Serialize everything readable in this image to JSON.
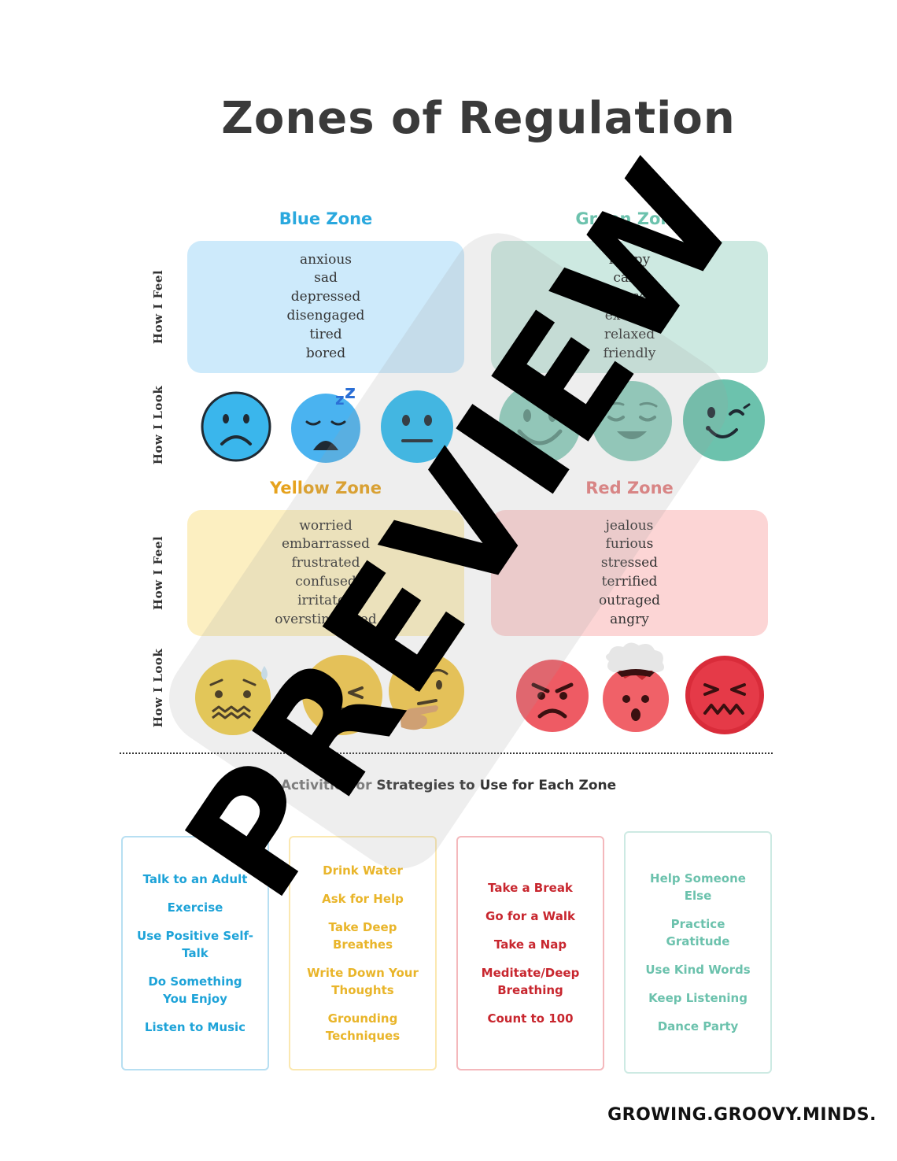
{
  "title": "Zones of Regulation",
  "row_labels": {
    "feel": "How I Feel",
    "look": "How I Look"
  },
  "zones": {
    "blue": {
      "name": "Blue Zone",
      "color": "#29a8de",
      "box_color": "#cdeafb",
      "feelings": [
        "anxious",
        "sad",
        "depressed",
        "disengaged",
        "tired",
        "bored"
      ]
    },
    "green": {
      "name": "Green Zone",
      "color": "#6cc2ad",
      "box_color": "#cde9e1",
      "feelings": [
        "happy",
        "calm",
        "focused",
        "excited",
        "relaxed",
        "friendly"
      ]
    },
    "yellow": {
      "name": "Yellow Zone",
      "color": "#e6a21d",
      "box_color": "#fcefc1",
      "feelings": [
        "worried",
        "embarrassed",
        "frustrated",
        "confused",
        "irritated",
        "overstimulated"
      ]
    },
    "red": {
      "name": "Red Zone",
      "color": "#e47f7f",
      "box_color": "#fcd5d5",
      "feelings": [
        "jealous",
        "furious",
        "stressed",
        "terrified",
        "outraged",
        "angry"
      ]
    }
  },
  "strategies_heading": {
    "part1": "Activities or ",
    "part2": "Strategies to Use for Each Zone"
  },
  "strategies": {
    "blue": [
      "Talk to an Adult",
      "Exercise",
      "Use Positive Self-Talk",
      "Do Something You Enjoy",
      "Listen to Music"
    ],
    "yellow": [
      "Drink Water",
      "Ask for Help",
      "Take Deep Breathes",
      "Write Down Your Thoughts",
      "Grounding Techniques"
    ],
    "red": [
      "Take a Break",
      "Go for a Walk",
      "Take a Nap",
      "Meditate/Deep Breathing",
      "Count to 100"
    ],
    "green": [
      "Help Someone Else",
      "Practice Gratitude",
      "Use Kind Words",
      "Keep Listening",
      "Dance Party"
    ]
  },
  "strategy_colors": {
    "blue": "#1ea3d8",
    "yellow": "#e9b52a",
    "red": "#c8262e",
    "green": "#6cc2ad"
  },
  "brand": "GROWING.GROOVY.MINDS.",
  "watermark": "PREVIEW"
}
